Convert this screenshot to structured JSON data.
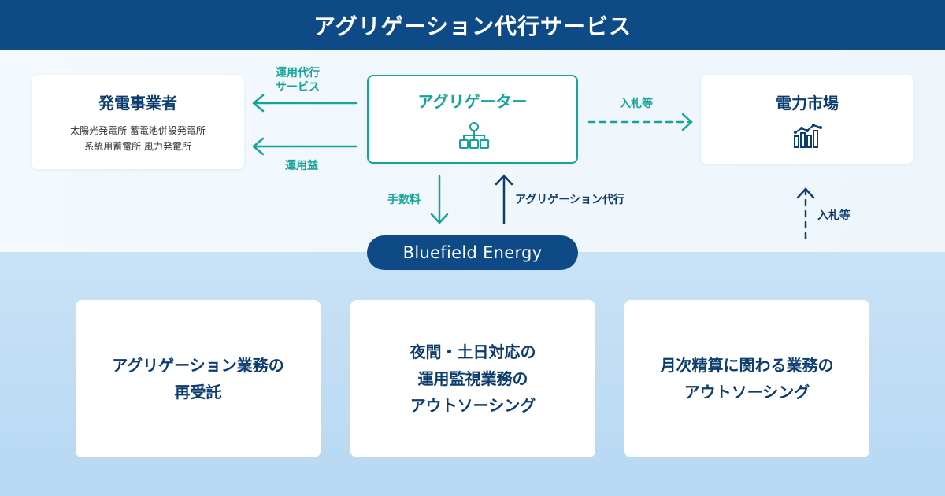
{
  "header": {
    "title": "アグリゲーション代行サービス"
  },
  "generator": {
    "title": "発電事業者",
    "sub_line1": "太陽光発電所  蓄電池併設発電所",
    "sub_line2": "系統用蓄電所  風力発電所"
  },
  "aggregator": {
    "title": "アグリゲーター",
    "icon": "org-chart-icon"
  },
  "market": {
    "title": "電力市場",
    "icon": "bar-chart-icon"
  },
  "flows": {
    "ops_service_line1": "運用代行",
    "ops_service_line2": "サービス",
    "ops_profit": "運用益",
    "bid_right": "入札等",
    "fee": "手数料",
    "agg_proxy": "アグリゲーション代行",
    "bid_vertical": "入札等"
  },
  "company": {
    "name": "Bluefield Energy"
  },
  "services": [
    {
      "line1": "アグリゲーション業務の",
      "line2": "再受託"
    },
    {
      "line1": "夜間・土日対応の",
      "line2": "運用監視業務の",
      "line3": "アウトソーシング"
    },
    {
      "line1": "月次精算に関わる業務の",
      "line2": "アウトソーシング"
    }
  ],
  "colors": {
    "navy": "#0d4a86",
    "teal": "#17a39a",
    "dark_text": "#0d3c6e"
  }
}
